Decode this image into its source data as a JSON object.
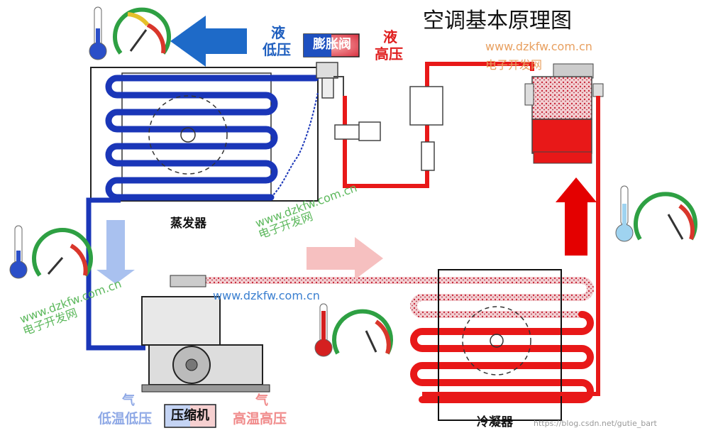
{
  "title": "空调基本原理图",
  "labels": {
    "left_top_state": "液",
    "left_top_pressure": "低压",
    "expansion_valve": "膨胀阀",
    "right_top_state": "液",
    "right_top_pressure": "高压",
    "evaporator": "蒸发器",
    "condenser": "冷凝器",
    "compressor": "压缩机",
    "bottom_left_state": "气",
    "bottom_left_desc": "低温低压",
    "bottom_right_state": "气",
    "bottom_right_desc": "高温高压"
  },
  "watermarks": {
    "top_url": "www.dzkfw.com.cn",
    "top_cn": "电子开发网",
    "mid_url": "www.dzkfw.com.cn",
    "mid_cn": "电子开发网",
    "center_url": "www.dzkfw.com.cn",
    "left_url": "www.dzkfw.com.cn",
    "left_cn": "电子开发网",
    "footer": "https://blog.csdn.net/gutie_bart"
  },
  "colors": {
    "hot": "#e81818",
    "cold": "#1a36b8",
    "arrow_blue": "#1e6ac8",
    "arrow_red": "#e40000",
    "arrow_light_blue": "#a9c1ef",
    "arrow_light_red": "#f6c0c0"
  }
}
